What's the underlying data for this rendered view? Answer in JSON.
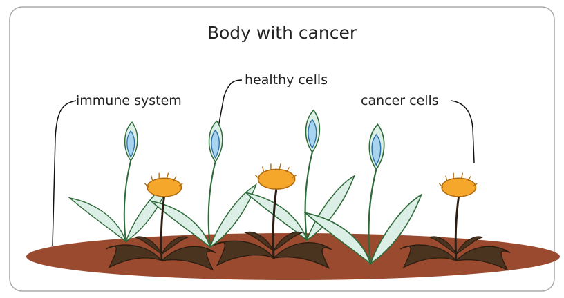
{
  "title": "Body with cancer",
  "labels": {
    "immune_system": "immune system",
    "healthy_cells": "healthy cells",
    "cancer_cells": "cancer cells"
  },
  "colors": {
    "soil": "#9a4a2e",
    "leaf_fill": "#dcefe6",
    "leaf_stroke": "#2f6b3a",
    "bud_fill": "#a9d4ef",
    "bud_stroke": "#2f6fa8",
    "flower_fill": "#f4a72a",
    "weed_fill": "#4a3420",
    "frame_stroke": "#aaaaaa"
  },
  "icons": [
    "healthy-plant-icon",
    "dandelion-weed-icon"
  ]
}
